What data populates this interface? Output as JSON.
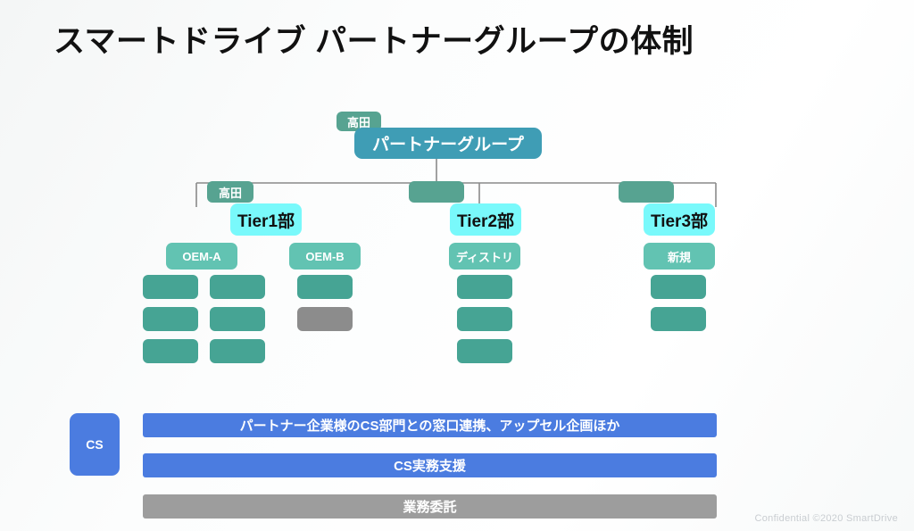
{
  "slide": {
    "title": "スマートドライブ パートナーグループの体制",
    "footer": "Confidential  ©2020 SmartDrive"
  },
  "colors": {
    "root": "#3f9db5",
    "badge": "#57a391",
    "tier": "#79f9fb",
    "group": "#62c3b2",
    "cell": "#46a494",
    "cell_gray": "#8c8c8c",
    "bar_blue": "#4b7ce0",
    "bar_gray": "#9d9d9d",
    "connector": "#8a8a8a",
    "background": "#ffffff"
  },
  "org": {
    "root": {
      "label": "パートナーグループ",
      "owner": "高田"
    },
    "tiers": [
      {
        "label": "Tier1部",
        "owner": "高田",
        "groups": [
          {
            "label": "OEM-A",
            "cells": [
              "teal",
              "teal",
              "teal",
              "teal",
              "teal",
              "teal"
            ]
          },
          {
            "label": "OEM-B",
            "cells": [
              "teal",
              "gray"
            ]
          }
        ]
      },
      {
        "label": "Tier2部",
        "owner": "",
        "groups": [
          {
            "label": "ディストリ",
            "cells": [
              "teal",
              "teal",
              "teal"
            ]
          }
        ]
      },
      {
        "label": "Tier3部",
        "owner": "",
        "groups": [
          {
            "label": "新規",
            "cells": [
              "teal",
              "teal"
            ]
          }
        ]
      }
    ]
  },
  "cs": {
    "badge": "CS",
    "bars": [
      {
        "label": "パートナー企業様のCS部門との窓口連携、アップセル企画ほか",
        "style": "blue"
      },
      {
        "label": "CS実務支援",
        "style": "blue"
      },
      {
        "label": "業務委託",
        "style": "gray"
      }
    ]
  }
}
